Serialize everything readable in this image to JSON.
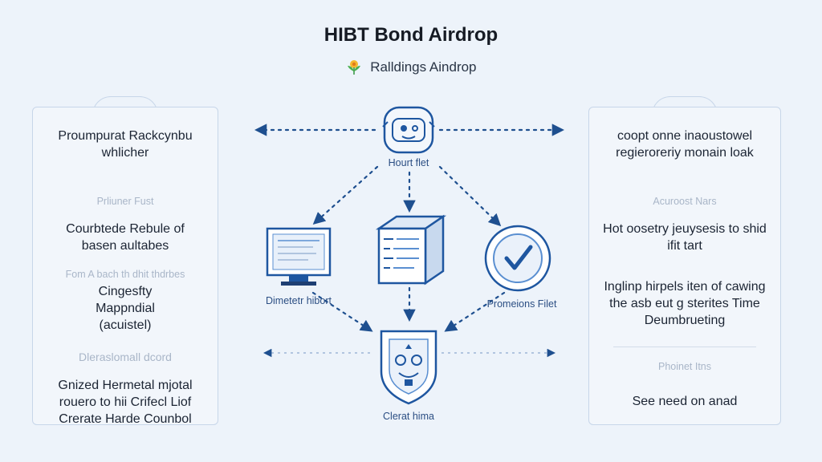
{
  "title": "HIBT Bond Airdrop",
  "subtitle": "Ralldings Aindrop",
  "left_panel": {
    "block1": [
      "Proumpurat Rackcynbu",
      "whlicher"
    ],
    "faint1": "Prliuner Fust",
    "block2": [
      "Courbtede Rebule of",
      "basen aultabes"
    ],
    "faint2": "Fom A bach th dhit thdrbes",
    "block3": [
      "Cingesfty",
      "Mappndial",
      "(acuistel)"
    ],
    "faint3": "Dleraslomall dcord",
    "block4": [
      "Gnized Hermetal mjotal",
      "rouero to hii Crifecl Liof",
      "Crerate Harde Counbol"
    ]
  },
  "right_panel": {
    "block1": [
      "coopt onne inaoustowel",
      "regieroreriy monain loak"
    ],
    "faint1": "Acuroost Nars",
    "block2": [
      "Hot oosetry jeuysesis to shid",
      "ifit tart"
    ],
    "block3": [
      "Inglinp hirpels iten of cawing",
      "the asb eut g sterites Time",
      "Deumbrueting"
    ],
    "faint2": "Phoinet Itns",
    "block4": [
      "See need on anad"
    ]
  },
  "nodes": {
    "top": "Hourt flet",
    "left": "Dimetetr hibort",
    "right": "Promeions Filet",
    "bottom": "Clerat hima"
  },
  "colors": {
    "accent": "#1e56a0",
    "light_blue": "#5a8fd1",
    "panel_border": "#c7d6e9"
  }
}
